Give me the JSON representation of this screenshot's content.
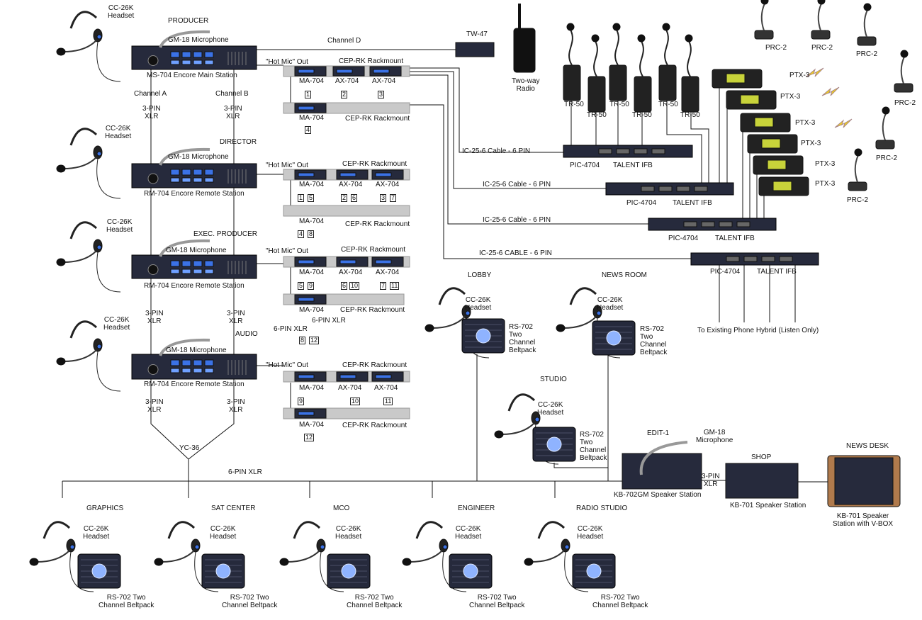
{
  "headset": {
    "model": "CC-26K",
    "word": "Headset"
  },
  "mic": "GM-18 Microphone",
  "mic_short": {
    "model": "GM-18",
    "word": "Microphone"
  },
  "producer": {
    "title": "PRODUCER",
    "station": "MS-704 Encore Main Station",
    "channel_d": "Channel D",
    "channel_a": "Channel A",
    "channel_b": "Channel B"
  },
  "director": {
    "title": "DIRECTOR",
    "station": "RM-704 Encore Remote Station"
  },
  "exec_producer": {
    "title": "EXEC. PRODUCER",
    "station": "RM-704 Encore Remote Station"
  },
  "audio": {
    "title": "AUDIO",
    "station": "RM-704 Encore Remote Station"
  },
  "xlr3": {
    "line1": "3-PIN",
    "line2": "XLR"
  },
  "xlr6": "6-PIN XLR",
  "yc36": "YC-36",
  "hot_mic": "\"Hot Mic\" Out",
  "rack": "CEP-RK Rackmount",
  "modules": {
    "ma": "MA-704",
    "ax": "AX-704"
  },
  "channel_numbers": {
    "producer": [
      "1",
      "2",
      "3",
      "4"
    ],
    "director": [
      "1",
      "5",
      "2",
      "6",
      "3",
      "7",
      "4",
      "8"
    ],
    "exec": [
      "5",
      "9",
      "6",
      "10",
      "7",
      "11",
      "8",
      "12"
    ],
    "audio": [
      "9",
      "10",
      "11",
      "12"
    ]
  },
  "tw47": "TW-47",
  "radio": {
    "line1": "Two-way",
    "line2": "Radio"
  },
  "tr50": "TR-50",
  "prc2": "PRC-2",
  "ptx3": "PTX-3",
  "cable": {
    "normal": "IC-25-6 Cable - 6 PIN",
    "caps": "IC-25-6 CABLE - 6 PIN"
  },
  "pic": {
    "model": "PIC-4704",
    "name": "TALENT IFB"
  },
  "phone_hybrid": "To Existing Phone Hybrid (Listen Only)",
  "beltpack": {
    "l1": "RS-702",
    "l2": "Two",
    "l3": "Channel",
    "l4": "Beltpack",
    "two_line_1": "RS-702 Two",
    "two_line_2": "Channel Beltpack"
  },
  "locations": {
    "lobby": "LOBBY",
    "news_room": "NEWS ROOM",
    "studio": "STUDIO",
    "graphics": "GRAPHICS",
    "sat_center": "SAT CENTER",
    "mco": "MCO",
    "engineer": "ENGINEER",
    "radio_studio": "RADIO STUDIO",
    "edit1": "EDIT-1",
    "shop": "SHOP",
    "news_desk": "NEWS DESK"
  },
  "kb702": "KB-702GM Speaker Station",
  "kb701": "KB-701 Speaker Station",
  "kb701v": {
    "line1": "KB-701 Speaker",
    "line2": "Station with V-BOX"
  },
  "colors": {
    "device": "#262a3c",
    "rack": "#c9c9c9",
    "display": "#3b72e6",
    "lcd": "#c8d33a",
    "bolt": "#f2d21b"
  }
}
